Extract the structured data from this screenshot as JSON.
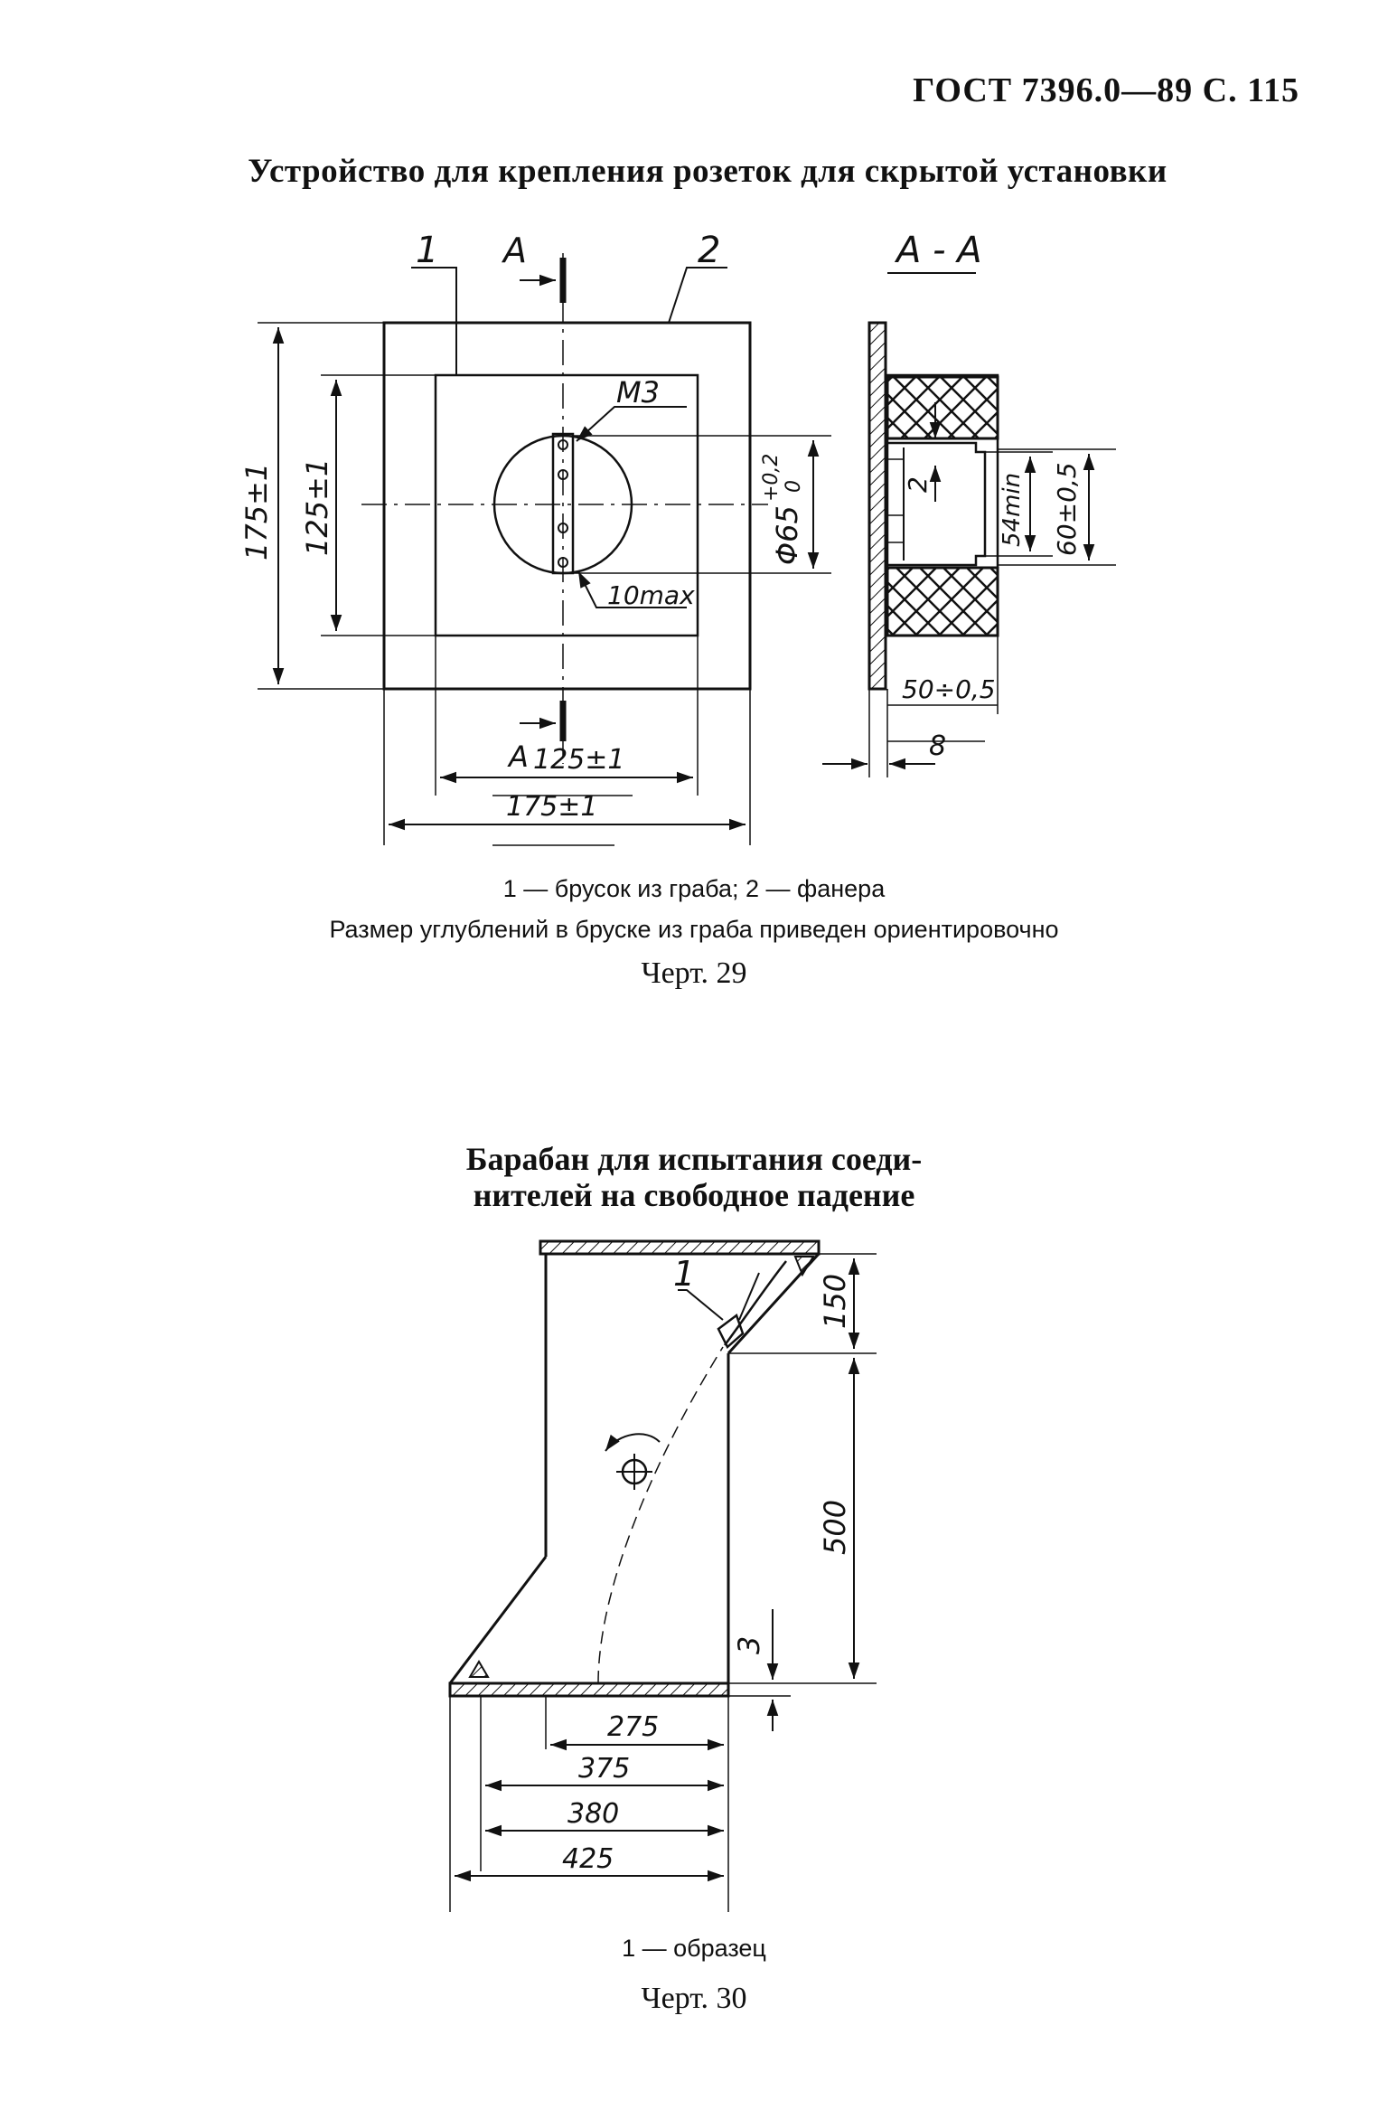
{
  "page": {
    "header": "ГОСТ 7396.0—89 С. 115"
  },
  "figure29": {
    "title": "Устройство для крепления розеток для скрытой установки",
    "labels": {
      "item1": "1",
      "item2": "2",
      "section_mark_top": "A",
      "section_mark_bottom": "A",
      "section_title": "A - A",
      "thread": "M3",
      "dia": "Φ65",
      "dia_tol": "+0,2",
      "dia_tol2": "0",
      "max10": "10max",
      "h175": "175±1",
      "h125": "125±1",
      "w125": "125±1",
      "w175": "175±1",
      "d2": "2",
      "d54": "54min",
      "d60": "60±0,5",
      "d50": "50÷0,5",
      "d8": "8"
    },
    "legend": "1 — брусок из граба; 2 — фанера",
    "note": "Размер углублений в бруске из граба приведен ориентировочно",
    "chert": "Черт. 29"
  },
  "figure30": {
    "title_line1": "Барабан для испытания соеди-",
    "title_line2": "нителей на свободное падение",
    "labels": {
      "item1": "1",
      "d150": "150",
      "d500": "500",
      "d3": "3",
      "d275": "275",
      "d375": "375",
      "d380": "380",
      "d425": "425"
    },
    "legend": "1 — образец",
    "chert": "Черт. 30"
  }
}
